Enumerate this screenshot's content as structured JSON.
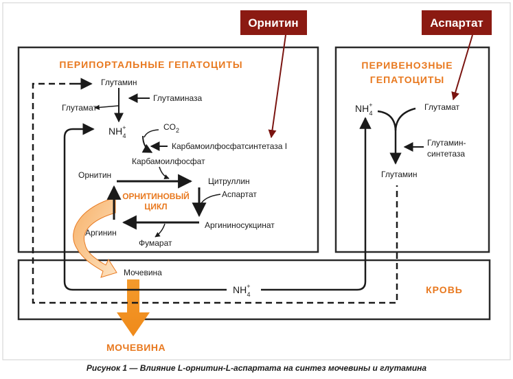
{
  "colors": {
    "accent_orange": "#e8781e",
    "tag_red": "#8b1a12",
    "line": "#1a1a1a",
    "frame_border": "#c8c8c8"
  },
  "tags": {
    "ornithine": "Орнитин",
    "aspartate": "Аспартат"
  },
  "periportal": {
    "title": "ПЕРИПОРТАЛЬНЫЕ ГЕПАТОЦИТЫ",
    "glutamine": "Глутамин",
    "glutaminase": "Глутаминаза",
    "glutamate": "Глутамат",
    "nh4": "NH",
    "nh4_sup": "+",
    "nh4_sub": "4",
    "co2": "CO",
    "co2_sub": "2",
    "cps1": "Карбамоилфосфатсинтетаза I",
    "carbamoyl_phosphate": "Карбамоилфосфат",
    "ornithine": "Орнитин",
    "citrulline": "Цитруллин",
    "aspartate": "Аспартат",
    "cycle_line1": "ОРНИТИНОВЫЙ",
    "cycle_line2": "ЦИКЛ",
    "arginine": "Аргинин",
    "argininosuccinate": "Аргининосукцинат",
    "fumarate": "Фумарат"
  },
  "perivenous": {
    "title_line1": "ПЕРИВЕНОЗНЫЕ",
    "title_line2": "ГЕПАТОЦИТЫ",
    "nh4": "NH",
    "nh4_sup": "+",
    "nh4_sub": "4",
    "glutamate": "Глутамат",
    "gs_line1": "Глутамин-",
    "gs_line2": "синтетаза",
    "glutamine": "Глутамин"
  },
  "blood": {
    "title": "КРОВЬ",
    "urea": "Мочевина",
    "nh4": "NH",
    "nh4_sup": "+",
    "nh4_sub": "4"
  },
  "urea_out": "МОЧЕВИНА",
  "caption": "Рисунок 1 — Влияние L-орнитин-L-аспартата на синтез мочевины и глутамина"
}
